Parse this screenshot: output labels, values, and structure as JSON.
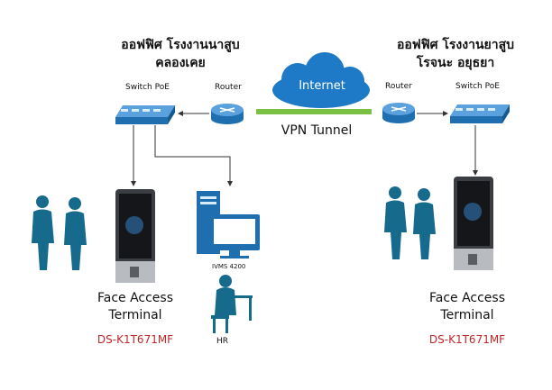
{
  "left_site": {
    "title_line1": "ออฟฟิศ โรงงานนาสูบ",
    "title_line2": "คลองเคย",
    "switch_label": "Switch PoE",
    "router_label": "Router",
    "terminal_label_line1": "Face Access",
    "terminal_label_line2": "Terminal",
    "terminal_model": "DS-K1T671MF",
    "server_label": "IVMS 4200",
    "hr_label": "HR"
  },
  "right_site": {
    "title_line1": "ออฟฟิศ โรงงานยาสูบ",
    "title_line2": "โรจนะ อยุธยา",
    "switch_label": "Switch PoE",
    "router_label": "Router",
    "terminal_label_line1": "Face Access",
    "terminal_label_line2": "Terminal",
    "terminal_model": "DS-K1T671MF"
  },
  "internet_label": "Internet",
  "tunnel_label": "VPN Tunnel",
  "colors": {
    "device_blue": "#1f6fb0",
    "cloud_blue": "#1e79c6",
    "tunnel_green": "#7ac143",
    "model_red": "#c0282a",
    "person_teal": "#166a8c"
  }
}
